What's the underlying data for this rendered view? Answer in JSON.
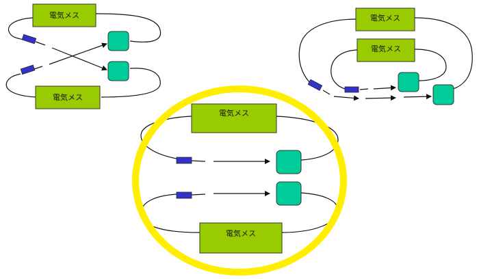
{
  "colors": {
    "background": "#ffffff",
    "esu_fill": "#99cc00",
    "esu_stroke": "#333333",
    "pad_fill": "#00cc99",
    "pad_stroke": "#333333",
    "probe_fill": "#3333cc",
    "cable": "#111111",
    "highlight_ring": "#ffee00"
  },
  "icons": {
    "pad": "rounded-square",
    "probe": "blue-rectangle",
    "arrow": "arrow-right"
  },
  "labels": {
    "esu": "電気メス"
  }
}
